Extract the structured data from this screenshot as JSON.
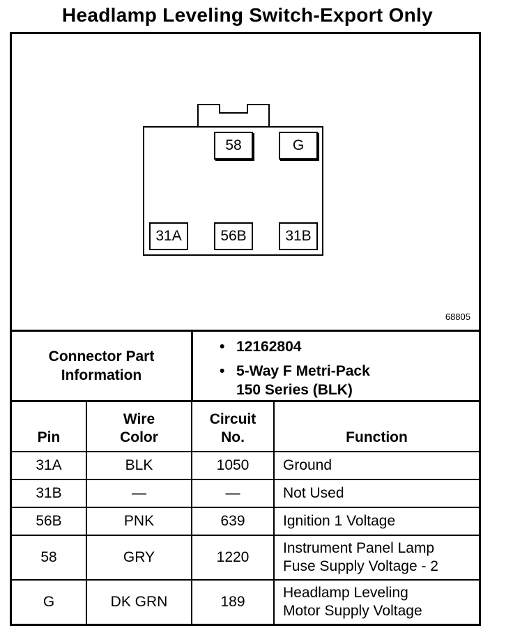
{
  "title": "Headlamp Leveling Switch-Export Only",
  "figure_number": "68805",
  "connector_pins": {
    "top": [
      "58",
      "G"
    ],
    "bottom": [
      "31A",
      "56B",
      "31B"
    ]
  },
  "part_info": {
    "label_line1": "Connector Part",
    "label_line2": "Information",
    "bullet": "•",
    "part_number": "12162804",
    "description_line1": "5-Way F Metri-Pack",
    "description_line2": "150 Series (BLK)"
  },
  "table": {
    "headers": {
      "pin": "Pin",
      "wire_color_line1": "Wire",
      "wire_color_line2": "Color",
      "circuit_line1": "Circuit",
      "circuit_line2": "No.",
      "function": "Function"
    },
    "rows": [
      {
        "pin": "31A",
        "wire_color": "BLK",
        "circuit": "1050",
        "function_line1": "Ground",
        "function_line2": ""
      },
      {
        "pin": "31B",
        "wire_color": "—",
        "circuit": "—",
        "function_line1": "Not Used",
        "function_line2": ""
      },
      {
        "pin": "56B",
        "wire_color": "PNK",
        "circuit": "639",
        "function_line1": "Ignition 1 Voltage",
        "function_line2": ""
      },
      {
        "pin": "58",
        "wire_color": "GRY",
        "circuit": "1220",
        "function_line1": "Instrument Panel Lamp",
        "function_line2": "Fuse Supply Voltage - 2"
      },
      {
        "pin": "G",
        "wire_color": "DK GRN",
        "circuit": "189",
        "function_line1": "Headlamp Leveling",
        "function_line2": "Motor Supply Voltage"
      }
    ]
  }
}
